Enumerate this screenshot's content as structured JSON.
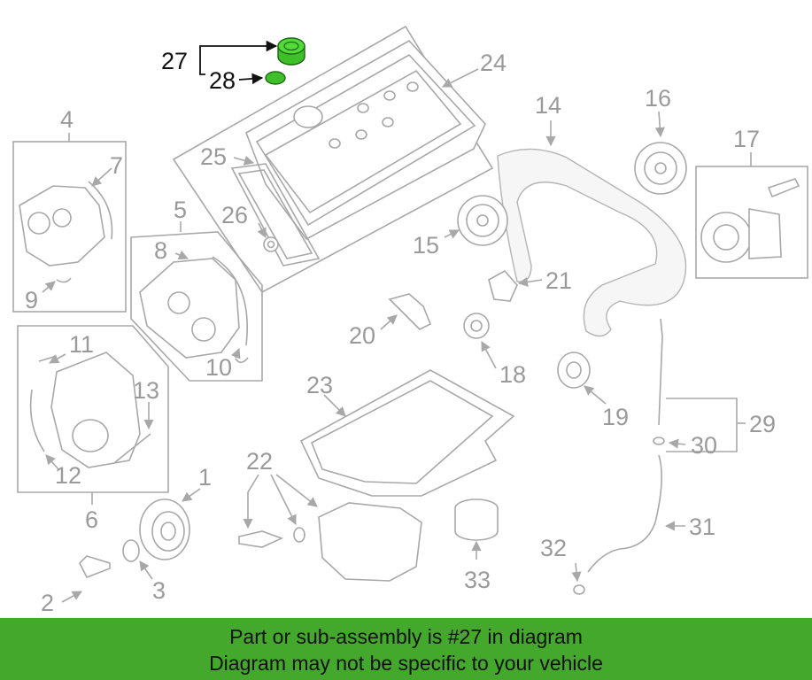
{
  "diagram": {
    "callouts": [
      "1",
      "2",
      "3",
      "4",
      "5",
      "6",
      "7",
      "8",
      "9",
      "10",
      "11",
      "12",
      "13",
      "14",
      "15",
      "16",
      "17",
      "18",
      "19",
      "20",
      "21",
      "22",
      "23",
      "24",
      "25",
      "26",
      "27",
      "28",
      "29",
      "30",
      "31",
      "32",
      "33"
    ]
  },
  "highlight": {
    "part_number": "27",
    "color": "#3fbf2a",
    "related": "28"
  },
  "banner": {
    "line1": "Part or sub-assembly is #27 in diagram",
    "line2": "Diagram may not be specific to your vehicle",
    "color": "#44a82c"
  }
}
